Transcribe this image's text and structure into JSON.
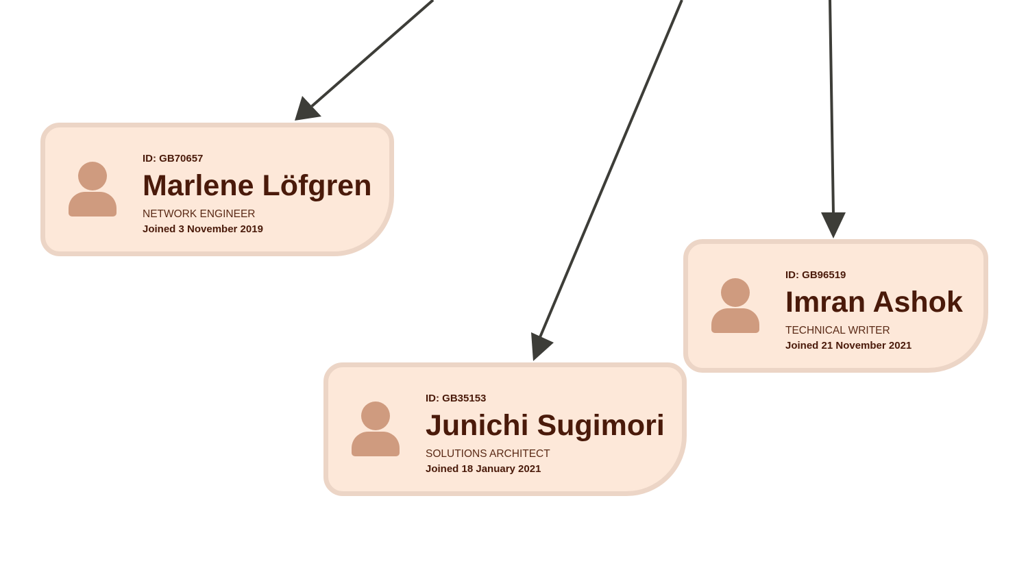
{
  "colors": {
    "card_fill": "#fde8d9",
    "card_border": "#ecd5c6",
    "avatar": "#cf9b7f",
    "text": "#4a1a0a",
    "arrow": "#3d3d38"
  },
  "employees": [
    {
      "id_label": "ID: GB70657",
      "name": "Marlene Löfgren",
      "role": "NETWORK ENGINEER",
      "joined": "Joined 3 November 2019",
      "icon": "person-icon"
    },
    {
      "id_label": "ID: GB35153",
      "name": "Junichi Sugimori",
      "role": "SOLUTIONS ARCHITECT",
      "joined": "Joined 18 January 2021",
      "icon": "person-icon"
    },
    {
      "id_label": "ID: GB96519",
      "name": "Imran Ashok",
      "role": "TECHNICAL WRITER",
      "joined": "Joined 21 November 2021",
      "icon": "person-icon"
    }
  ]
}
